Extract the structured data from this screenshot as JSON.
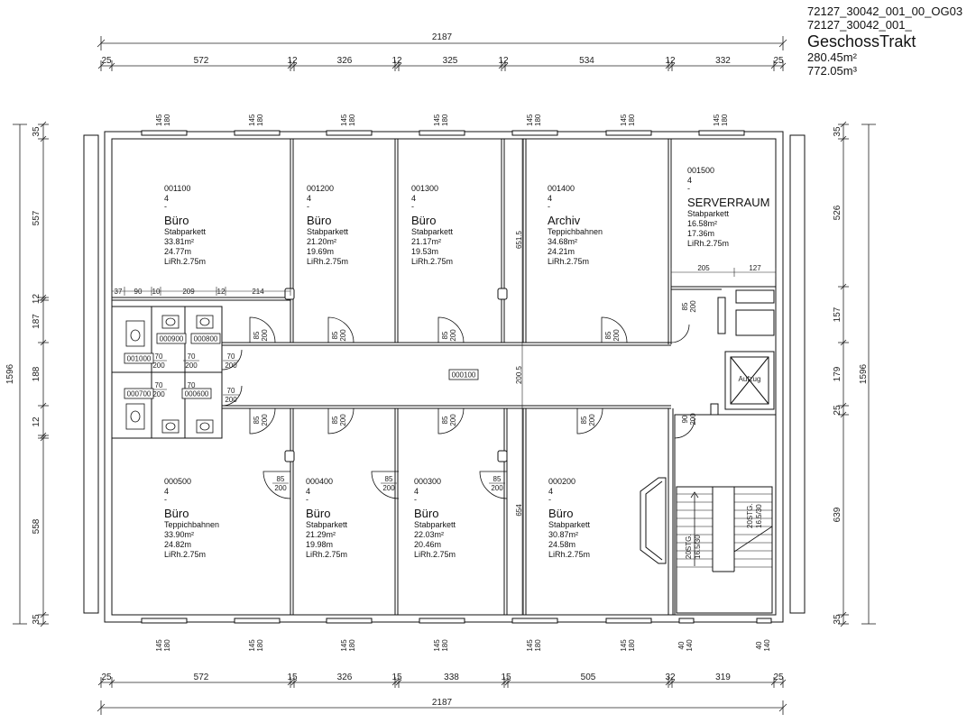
{
  "header": {
    "id_full": "72127_30042_001_00_OG03",
    "id_short": "72127_30042_001_",
    "title": "GeschossTrakt",
    "area": "280.45m²",
    "volume": "772.05m³"
  },
  "dims": {
    "overall_width": "2187",
    "overall_height": "1596",
    "top_segments": [
      "25",
      "572",
      "12",
      "326",
      "12",
      "325",
      "12",
      "534",
      "12",
      "332",
      "25"
    ],
    "bottom_segments": [
      "25",
      "572",
      "15",
      "326",
      "15",
      "338",
      "15",
      "505",
      "32",
      "319",
      "25"
    ],
    "left_segments": [
      "35",
      "557",
      "12",
      "187",
      "188",
      "12",
      "558",
      "35"
    ],
    "right_segments": [
      "35",
      "526",
      "157",
      "179",
      "25",
      "639",
      "35"
    ],
    "window_top": [
      "145",
      "180"
    ],
    "window_bottom_a": [
      "145",
      "180"
    ],
    "window_bottom_b": [
      "40",
      "140"
    ],
    "inner_top_left": [
      "37",
      "90",
      "10",
      "209",
      "12",
      "214"
    ],
    "server_widths": [
      "205",
      "127"
    ],
    "corridor_heights": [
      "651.5",
      "200.5",
      "654"
    ]
  },
  "rooms": [
    {
      "id": "001100",
      "num": "4",
      "dash": "-",
      "name": "Büro",
      "floor": "Stabparkett",
      "area": "33.81m²",
      "perim": "24.77m",
      "height": "LiRh.2.75m"
    },
    {
      "id": "001200",
      "num": "4",
      "dash": "-",
      "name": "Büro",
      "floor": "Stabparkett",
      "area": "21.20m²",
      "perim": "19.69m",
      "height": "LiRh.2.75m"
    },
    {
      "id": "001300",
      "num": "4",
      "dash": "-",
      "name": "Büro",
      "floor": "Stabparkett",
      "area": "21.17m²",
      "perim": "19.53m",
      "height": "LiRh.2.75m"
    },
    {
      "id": "001400",
      "num": "4",
      "dash": "-",
      "name": "Archiv",
      "floor": "Teppichbahnen",
      "area": "34.68m²",
      "perim": "24.21m",
      "height": "LiRh.2.75m"
    },
    {
      "id": "001500",
      "num": "4",
      "dash": "-",
      "name": "SERVERRAUM",
      "floor": "Stabparkett",
      "area": "16.58m²",
      "perim": "17.36m",
      "height": "LiRh.2.75m"
    },
    {
      "id": "000500",
      "num": "4",
      "dash": "-",
      "name": "Büro",
      "floor": "Teppichbahnen",
      "area": "33.90m²",
      "perim": "24.82m",
      "height": "LiRh.2.75m"
    },
    {
      "id": "000400",
      "num": "4",
      "dash": "-",
      "name": "Büro",
      "floor": "Stabparkett",
      "area": "21.29m²",
      "perim": "19.98m",
      "height": "LiRh.2.75m"
    },
    {
      "id": "000300",
      "num": "4",
      "dash": "-",
      "name": "Büro",
      "floor": "Stabparkett",
      "area": "22.03m²",
      "perim": "20.46m",
      "height": "LiRh.2.75m"
    },
    {
      "id": "000200",
      "num": "4",
      "dash": "-",
      "name": "Büro",
      "floor": "Stabparkett",
      "area": "30.87m²",
      "perim": "24.58m",
      "height": "LiRh.2.75m"
    }
  ],
  "small_rooms": [
    "000900",
    "000800",
    "001000",
    "000700",
    "000600",
    "000100"
  ],
  "doors": {
    "office": [
      "85",
      "200"
    ],
    "wc": [
      "70",
      "200"
    ],
    "server": [
      "85",
      "200"
    ],
    "stair": [
      "90",
      "200"
    ]
  },
  "elevator_label": "Aufzug",
  "stairs": {
    "left": [
      "20STG.",
      "16.5/30"
    ],
    "right": [
      "20STG.",
      "16.5/30"
    ]
  }
}
